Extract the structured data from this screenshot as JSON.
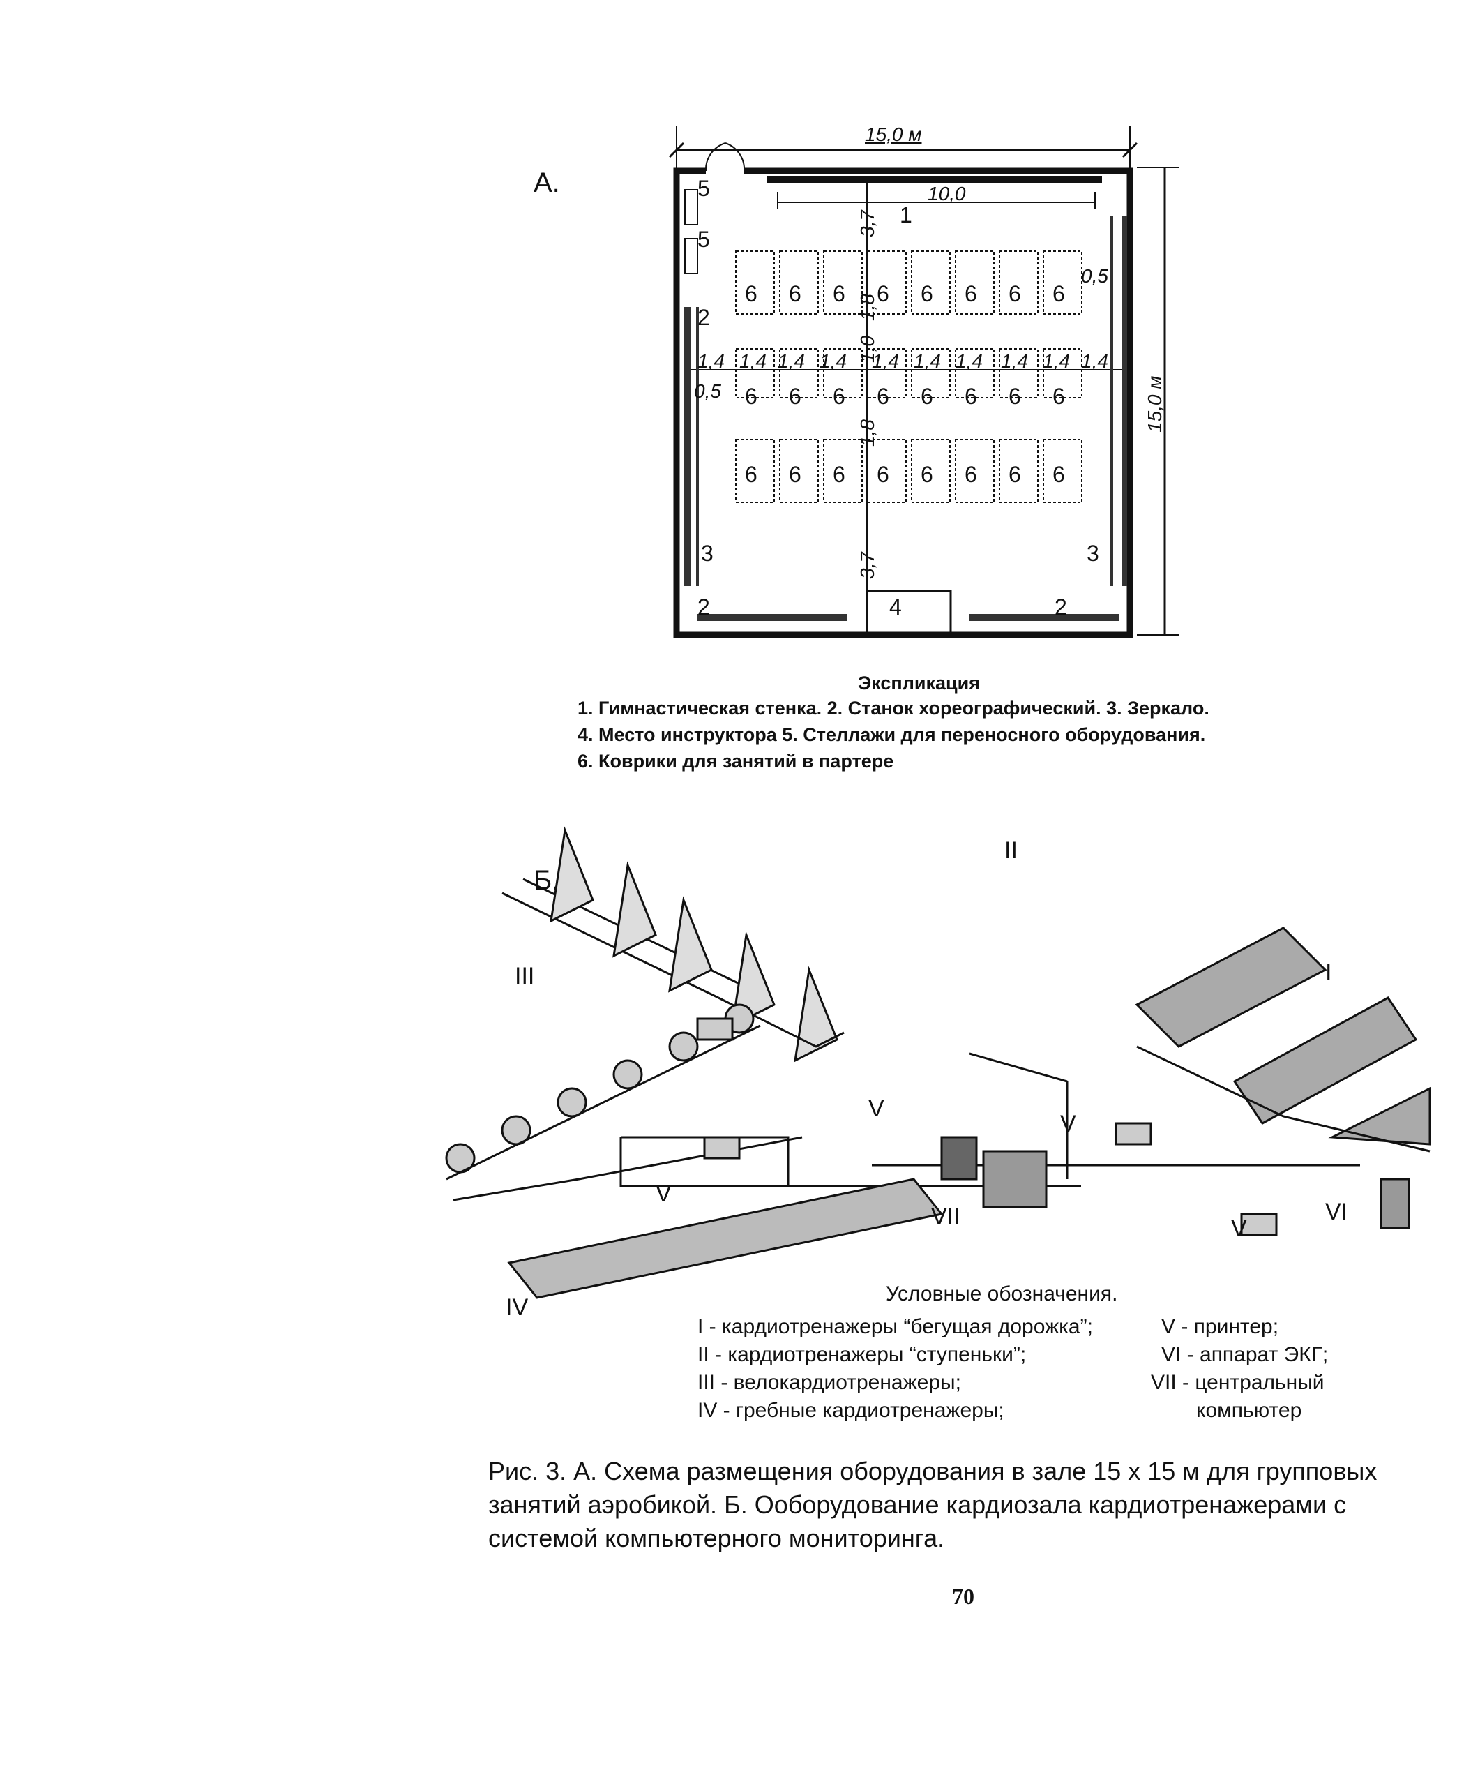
{
  "fig_a": {
    "label": "А.",
    "width_dim": "15,0 м",
    "height_dim": "15,0 м",
    "inner_dim": "10,0",
    "dim_37": "3,7",
    "dim_05": "0,5",
    "dim_14": "1,4",
    "dim_18": "1,8",
    "dim_10": "1,0",
    "item_1": "1",
    "item_2": "2",
    "item_3": "3",
    "item_4": "4",
    "item_5": "5",
    "item_6": "6"
  },
  "explication": {
    "title": "Экспликация",
    "lines": [
      "1. Гимнастическая стенка. 2. Станок хореографический. 3. Зеркало.",
      "4. Место инструктора  5. Стеллажи для переносного оборудования.",
      "6. Коврики для занятий в партере"
    ]
  },
  "fig_b": {
    "label": "Б.",
    "group_labels": [
      "I",
      "II",
      "III",
      "IV"
    ],
    "v": "V",
    "vi": "VI",
    "vii": "VII"
  },
  "legend": {
    "title": "Условные обозначения.",
    "left": [
      "I - кардиотренажеры “бегущая дорожка”;",
      "II - кардиотренажеры “ступеньки”;",
      "III - велокардиотренажеры;",
      "IV - гребные кардиотренажеры;"
    ],
    "right": [
      "V - принтер;",
      "VI - аппарат ЭКГ;",
      "VII - центральный",
      "компьютер"
    ]
  },
  "caption": [
    "Рис. 3.  А. Схема  размещения   оборудования в зале 15 х 15 м для групповых",
    "занятий аэробикой. Б. Ооборудование кардиозала кардиотренажерами с",
    "системой компьютерного мониторинга."
  ],
  "page_number": "70"
}
